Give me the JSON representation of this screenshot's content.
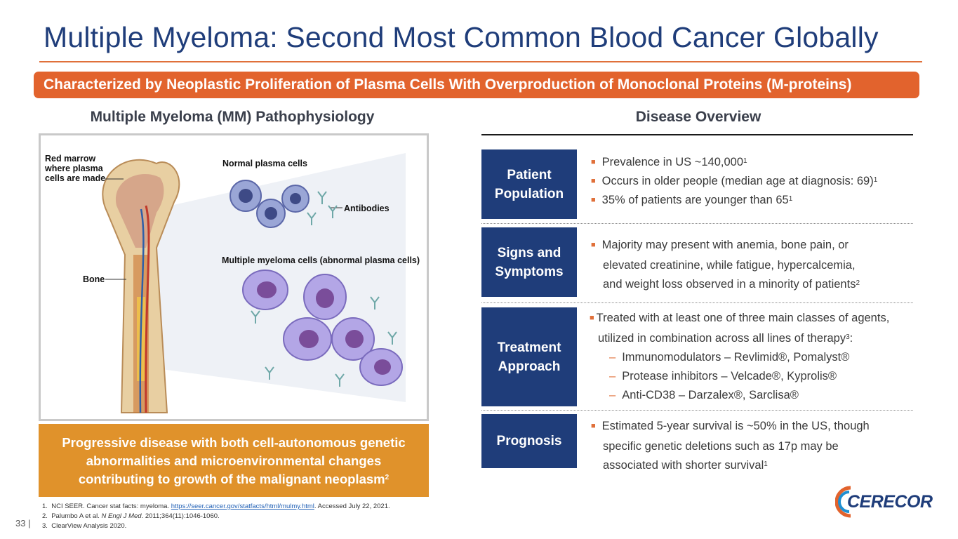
{
  "title": "Multiple Myeloma: Second Most Common Blood Cancer Globally",
  "banner": "Characterized by Neoplastic Proliferation of Plasma Cells With Overproduction of Monoclonal Proteins (M-proteins)",
  "left_heading": "Multiple Myeloma (MM) Pathophysiology",
  "right_heading": "Disease Overview",
  "illustration": {
    "red_marrow_label": [
      "Red marrow",
      "where plasma",
      "cells are made"
    ],
    "bone_label": "Bone",
    "normal_cells_label": "Normal plasma cells",
    "antibodies_label": "Antibodies",
    "myeloma_cells_label": "Multiple myeloma cells (abnormal plasma cells)"
  },
  "callout": {
    "line1": "Progressive disease with both cell-autonomous genetic",
    "line2": "abnormalities and microenvironmental changes",
    "line3": "contributing to growth of the malignant neoplasm",
    "sup": "2"
  },
  "sections": {
    "patient": {
      "label_l1": "Patient",
      "label_l2": "Population",
      "b1": "Prevalence in US ~140,000",
      "b1_sup": "1",
      "b2": "Occurs in older people (median age at diagnosis: 69)",
      "b2_sup": "1",
      "b3": "35% of patients are younger than 65",
      "b3_sup": "1"
    },
    "signs": {
      "label_l1": "Signs and",
      "label_l2": "Symptoms",
      "l1": "Majority may present with anemia, bone pain, or",
      "l2": "elevated creatinine, while fatigue, hypercalcemia,",
      "l3": "and weight loss observed in a minority of patients",
      "l3_sup": "2"
    },
    "treatment": {
      "label_l1": "Treatment",
      "label_l2": "Approach",
      "l1": "Treated with at least one of three main classes of agents,",
      "l2": "utilized in combination across all lines of therapy",
      "l2_sup": "3",
      "l2_end": ":",
      "d1": "Immunomodulators – Revlimid®, Pomalyst®",
      "d2": "Protease inhibitors – Velcade®, Kyprolis®",
      "d3": "Anti-CD38 – Darzalex®, Sarclisa®"
    },
    "prognosis": {
      "label": "Prognosis",
      "l1": "Estimated 5-year survival is ~50% in the US, though",
      "l2": "specific genetic deletions such as 17p may be",
      "l3": "associated with shorter survival",
      "l3_sup": "1"
    }
  },
  "footnotes": {
    "f1_num": "1.",
    "f1_pre": "NCI SEER. Cancer stat facts: myeloma.",
    "f1_link": "https://seer.cancer.gov/statfacts/html/mulmy.html",
    "f1_post": ". Accessed July 22, 2021.",
    "f2_num": "2.",
    "f2_pre": "Palumbo A et al.",
    "f2_journal": "N Engl J Med",
    "f2_post": ". 2011;364(11):1046-1060.",
    "f3_num": "3.",
    "f3": "ClearView Analysis 2020."
  },
  "page_number": "33 |",
  "logo_text": "CERECOR",
  "colors": {
    "title_blue": "#1f3d7a",
    "accent_orange": "#e2632d",
    "callout_orange": "#e0922b",
    "category_blue": "#1f3d7a"
  }
}
